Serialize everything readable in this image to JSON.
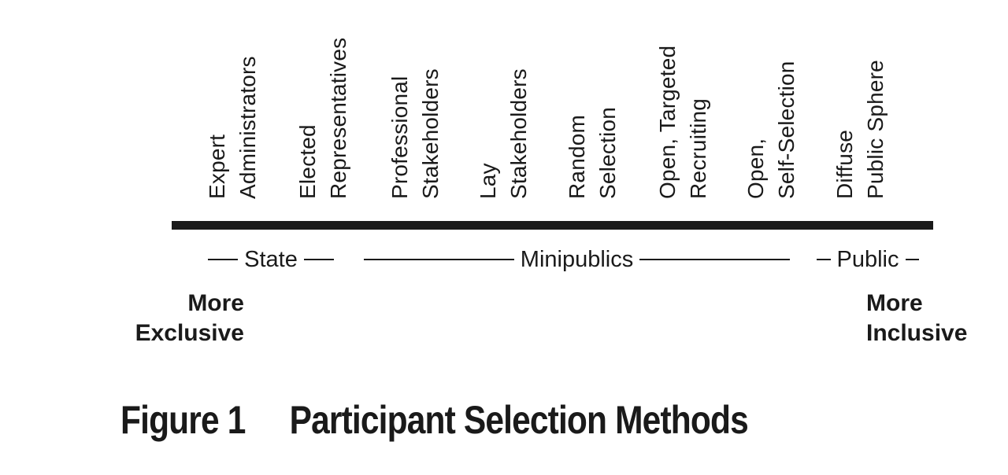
{
  "figure": {
    "methods": [
      {
        "line1": "Expert",
        "line2": "Administrators"
      },
      {
        "line1": "Elected",
        "line2": "Representatives"
      },
      {
        "line1": "Professional",
        "line2": "Stakeholders"
      },
      {
        "line1": "Lay",
        "line2": "Stakeholders"
      },
      {
        "line1": "Random",
        "line2": "Selection"
      },
      {
        "line1": "Open, Targeted",
        "line2": "Recruiting"
      },
      {
        "line1": "Open,",
        "line2": "Self-Selection"
      },
      {
        "line1": "Diffuse",
        "line2": "Public Sphere"
      }
    ],
    "spectrum_groups": {
      "state": "State",
      "minipublics": "Minipublics",
      "public": "Public"
    },
    "pole_left": {
      "line1": "More",
      "line2": "Exclusive"
    },
    "pole_right": {
      "line1": "More",
      "line2": "Inclusive"
    },
    "caption": {
      "number": "Figure 1",
      "title": "Participant Selection Methods"
    },
    "colors": {
      "ink": "#1a1a1a",
      "background": "#ffffff"
    }
  }
}
